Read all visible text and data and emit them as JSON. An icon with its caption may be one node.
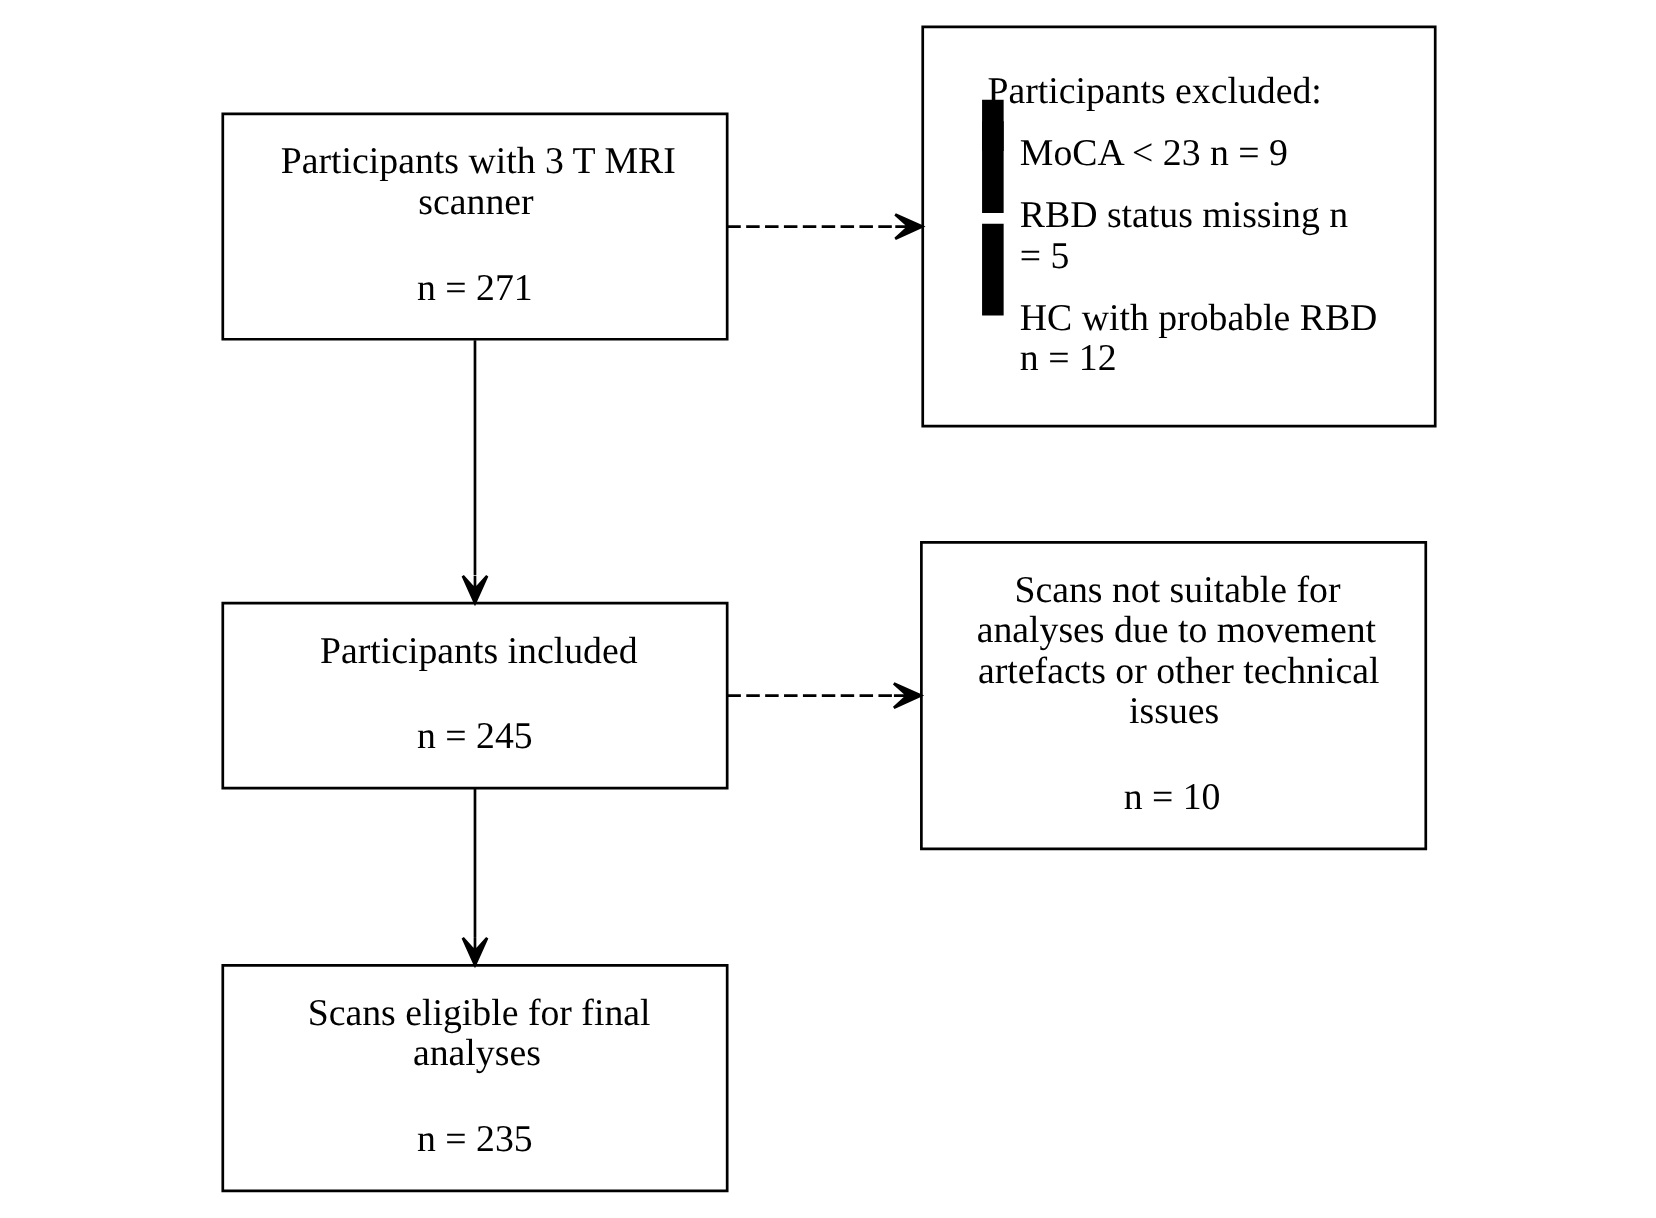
{
  "diagram": {
    "nodes": [
      {
        "text": [
          "Participants with 3 T MRI scanner",
          "n = 271"
        ]
      },
      {
        "text": [
          "Participants excluded:",
          "MoCA < 23 n = 9",
          "RBD status missing n = 5",
          "HC with probable RBD n = 12"
        ]
      },
      {
        "text": [
          "Participants included",
          "n = 245"
        ]
      },
      {
        "text": [
          "Scans not suitable for analyses due to movement artefacts or other technical issues",
          "n = 10"
        ]
      },
      {
        "text": [
          "Scans eligible for final analyses",
          "n = 235"
        ]
      }
    ],
    "edges": [
      {
        "from": 0,
        "to": 2,
        "arrow": "to"
      },
      {
        "from": 0,
        "to": 1,
        "arrow": "to",
        "style": "dashed"
      },
      {
        "from": 2,
        "to": 4,
        "arrow": "to"
      },
      {
        "from": 2,
        "to": 3,
        "arrow": "to",
        "style": "dashed"
      }
    ]
  }
}
